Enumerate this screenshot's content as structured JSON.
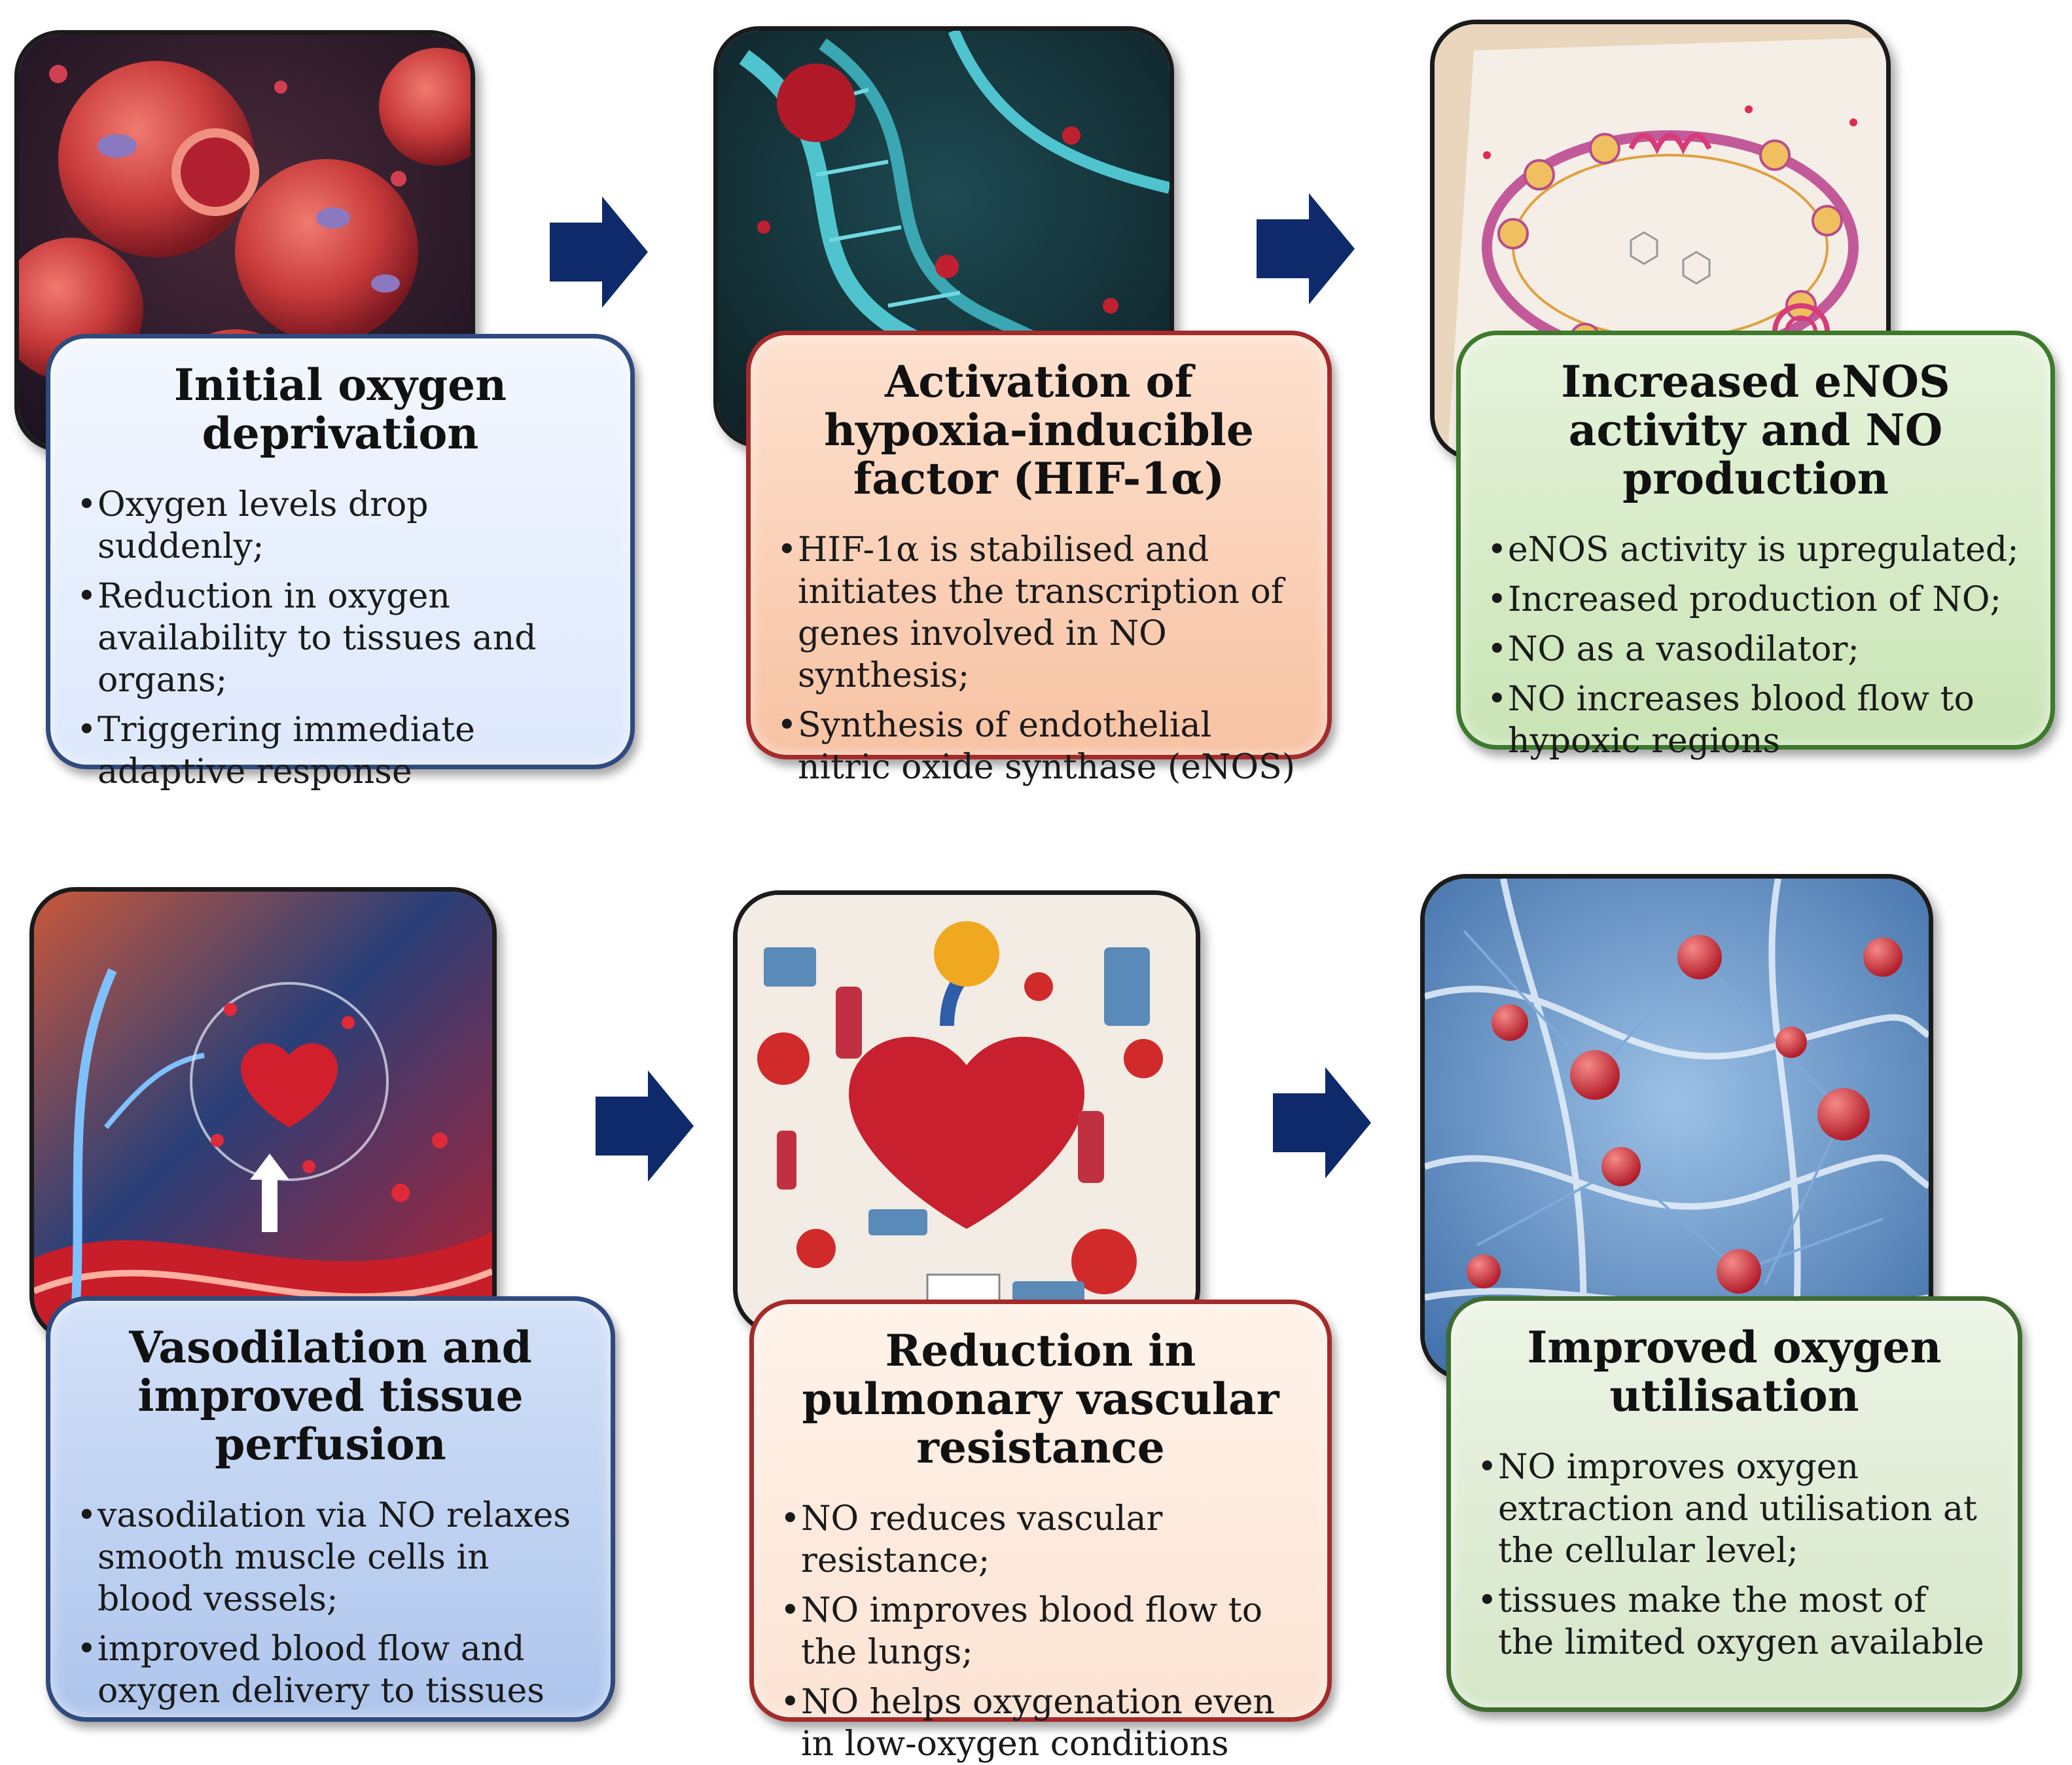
{
  "steps": [
    {
      "title": "Initial oxygen deprivation",
      "bullets": [
        "Oxygen levels drop suddenly;",
        "Reduction in oxygen availability to tissues and organs;",
        "Triggering immediate adaptive response"
      ],
      "image": "red-blood-cells-illustration"
    },
    {
      "title": "Activation of hypoxia-inducible factor (HIF-1α)",
      "bullets": [
        "HIF-1α is stabilised and initiates the transcription of genes involved in NO synthesis;",
        "Synthesis of endothelial nitric oxide synthase (eNOS)"
      ],
      "image": "dna-helix-illustration"
    },
    {
      "title": "Increased eNOS activity and NO production",
      "bullets": [
        "eNOS activity is upregulated;",
        "Increased production of NO;",
        "NO as a vasodilator;",
        "NO increases blood flow to hypoxic regions"
      ],
      "image": "nitric-oxide-cycle-illustration"
    },
    {
      "title": "Vasodilation and improved tissue perfusion",
      "bullets": [
        "vasodilation via NO relaxes smooth muscle cells in blood vessels;",
        "improved blood flow and oxygen delivery to tissues"
      ],
      "image": "heart-vessels-illustration"
    },
    {
      "title": "Reduction in pulmonary vascular resistance",
      "bullets": [
        "NO reduces vascular resistance;",
        "NO improves blood flow to the lungs;",
        "NO helps oxygenation even in low-oxygen conditions"
      ],
      "image": "heart-diet-collage-illustration"
    },
    {
      "title": "Improved oxygen utilisation",
      "bullets": [
        "NO improves oxygen extraction and utilisation at the cellular level;",
        "tissues make the most of the limited oxygen available"
      ],
      "image": "cellular-network-illustration"
    }
  ],
  "bullet_symbol": "•",
  "arrow_color": "#0e2a6b",
  "card_colors": {
    "blue_light": "#dde8fb",
    "peach": "#f7c2a3",
    "green": "#c9e4b5",
    "blue": "#aec5ec",
    "cream": "#fbe3d3",
    "sage": "#d5e6c8"
  }
}
